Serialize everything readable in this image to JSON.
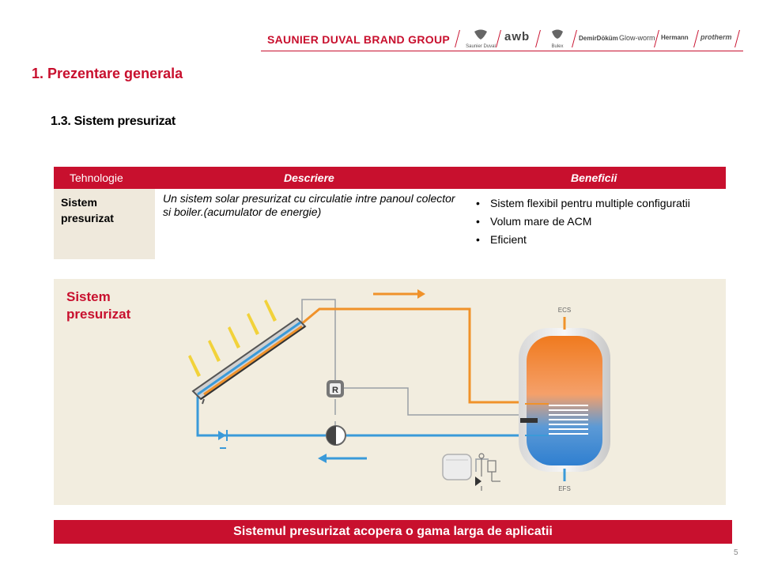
{
  "header": {
    "brand_group": "SAUNIER DUVAL BRAND GROUP",
    "logos": [
      "Saunier Duval",
      "awb",
      "Bulex",
      "DemirDöküm",
      "Glow-worm",
      "Hermann",
      "protherm"
    ]
  },
  "section_title": "1. Prezentare generala",
  "subsection_title": "1.3. Sistem presurizat",
  "table": {
    "headers": [
      "Tehnologie",
      "Descriere",
      "Beneficii"
    ],
    "technology": "Sistem presurizat",
    "description": "Un sistem solar presurizat cu circulatie intre panoul colector si boiler.(acumulator de energie)",
    "benefits": [
      "Sistem flexibil pentru multiple configuratii",
      "Volum mare de ACM",
      "Eficient"
    ]
  },
  "diagram": {
    "title": "Sistem presurizat",
    "labels": {
      "top": "ECS",
      "bottom": "EFS",
      "regulator": "R"
    },
    "colors": {
      "hot": "#f0922a",
      "cold": "#3a9ad9",
      "pipe_grey": "#9aa0a6",
      "accent": "#c8102e"
    }
  },
  "footer": {
    "banner": "Sistemul presurizat acopera o gama larga de aplicatii",
    "page_number": "5"
  }
}
